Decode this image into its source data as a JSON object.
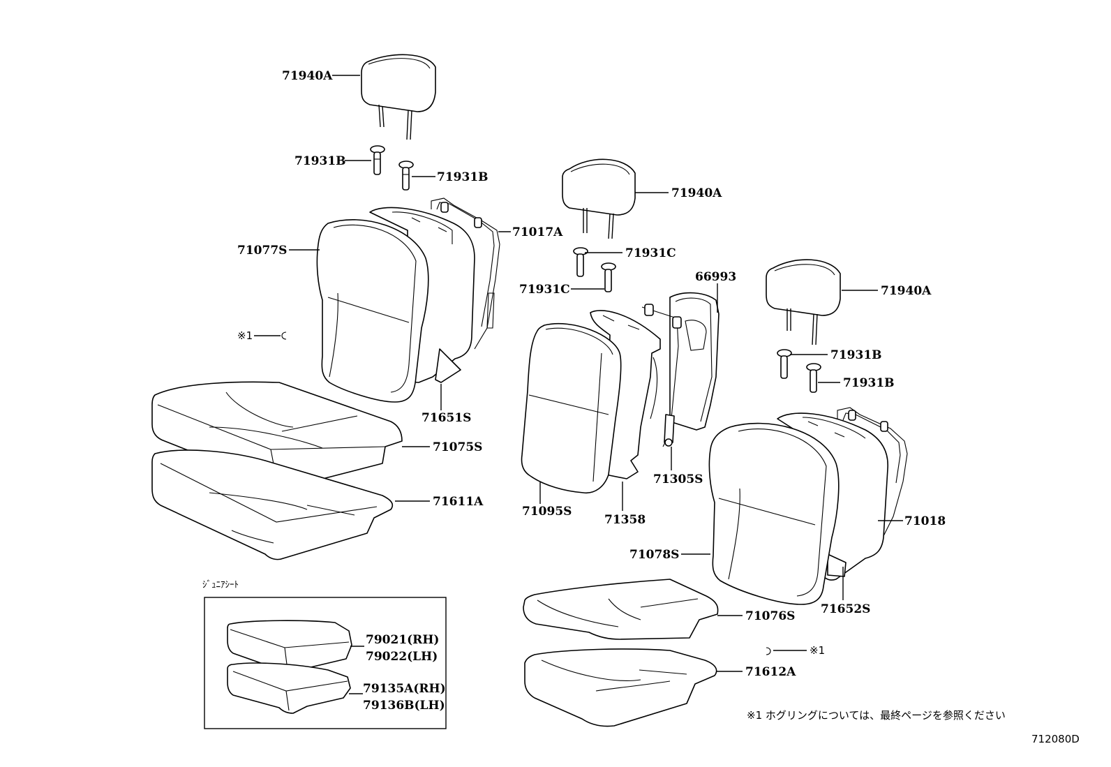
{
  "labels": {
    "p71940A_1": "71940A",
    "p71931B_1": "71931B",
    "p71931B_2": "71931B",
    "p71017A": "71017A",
    "p71077S": "71077S",
    "p71651S": "71651S",
    "p71075S": "71075S",
    "p71611A": "71611A",
    "p71940A_2": "71940A",
    "p71931C_1": "71931C",
    "p71931C_2": "71931C",
    "p66993": "66993",
    "p71095S": "71095S",
    "p71358": "71358",
    "p71305S": "71305S",
    "p71940A_3": "71940A",
    "p71931B_3": "71931B",
    "p71931B_4": "71931B",
    "p71018": "71018",
    "p71078S": "71078S",
    "p71652S": "71652S",
    "p71076S": "71076S",
    "p71612A": "71612A",
    "p79021": "79021(RH)",
    "p79022": "79022(LH)",
    "p79135A": "79135A(RH)",
    "p79136B": "79136B(LH)"
  },
  "hog_ring_ref_left": "※1",
  "hog_ring_ref_right": "※1",
  "junior_seat_title": "ｼﾞｭﾆｱｼｰﾄ",
  "footnote": "※1  ホグリングについては、最終ページを参照ください",
  "diagram_id": "712080D"
}
